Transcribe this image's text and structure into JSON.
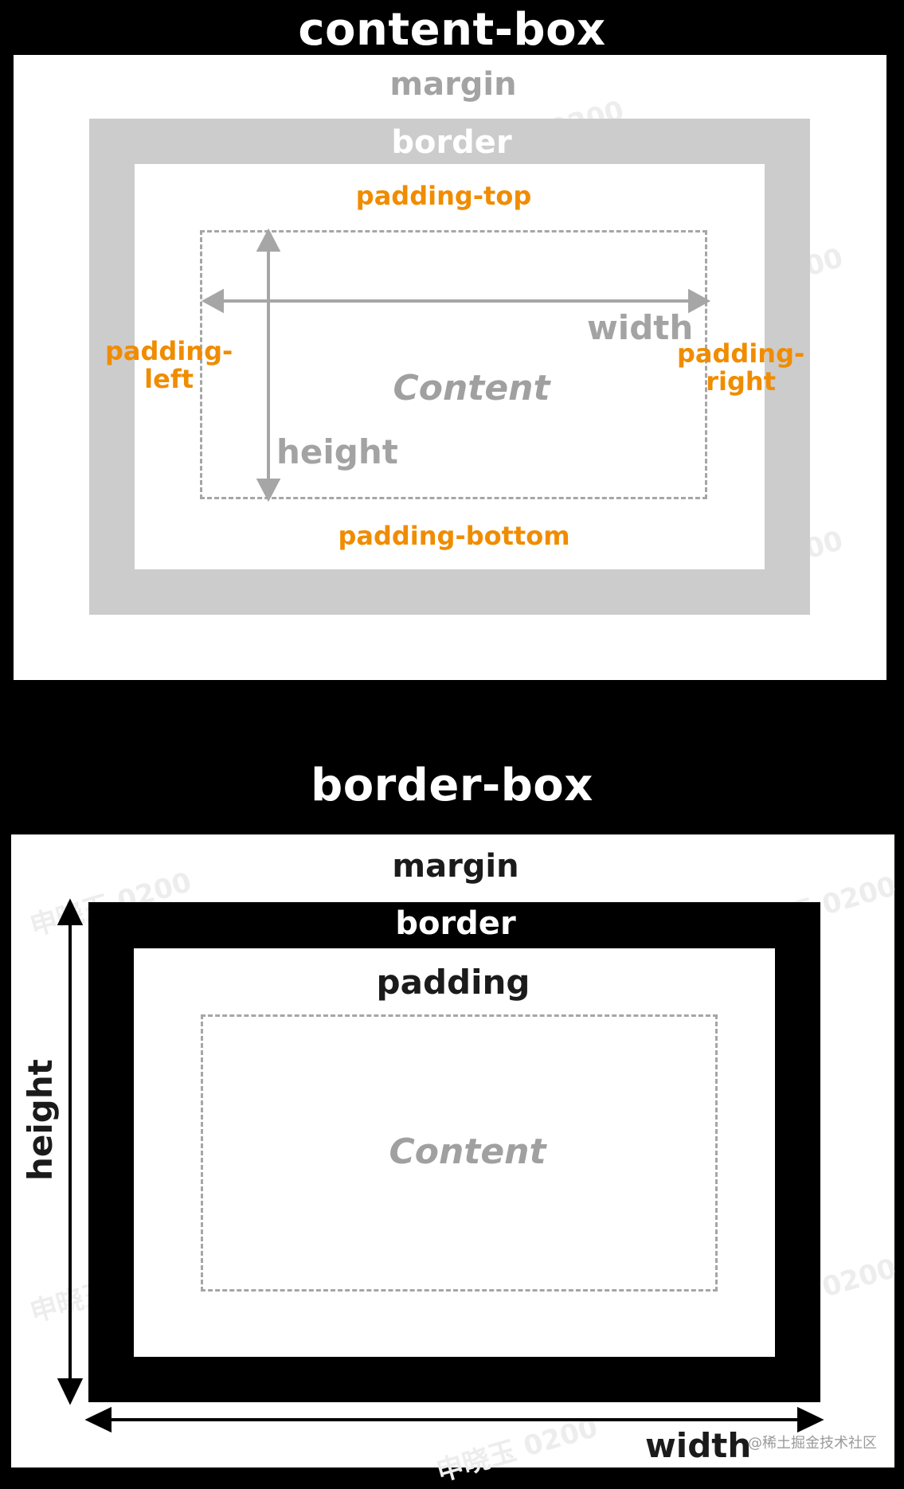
{
  "sections": {
    "content_box": {
      "title": "content-box",
      "margin": "margin",
      "border": "border",
      "padding_top": "padding-top",
      "padding_left": "padding-\nleft",
      "padding_right": "padding-\nright",
      "padding_bottom": "padding-bottom",
      "width": "width",
      "height": "height",
      "content": "Content"
    },
    "border_box": {
      "title": "border-box",
      "margin": "margin",
      "border": "border",
      "padding": "padding",
      "content": "Content",
      "height": "height",
      "width": "width"
    }
  },
  "watermarks": {
    "author": "申晓玉 0200",
    "site": "@稀土掘金技术社区"
  },
  "colors": {
    "page_background": "#000000",
    "panel_background": "#ffffff",
    "content_box_border": "#cccccc",
    "border_box_border": "#000000",
    "padding_label": "#f08c00",
    "content_label": "#a0a0a0",
    "dashed_outline": "#a6a6a6"
  }
}
